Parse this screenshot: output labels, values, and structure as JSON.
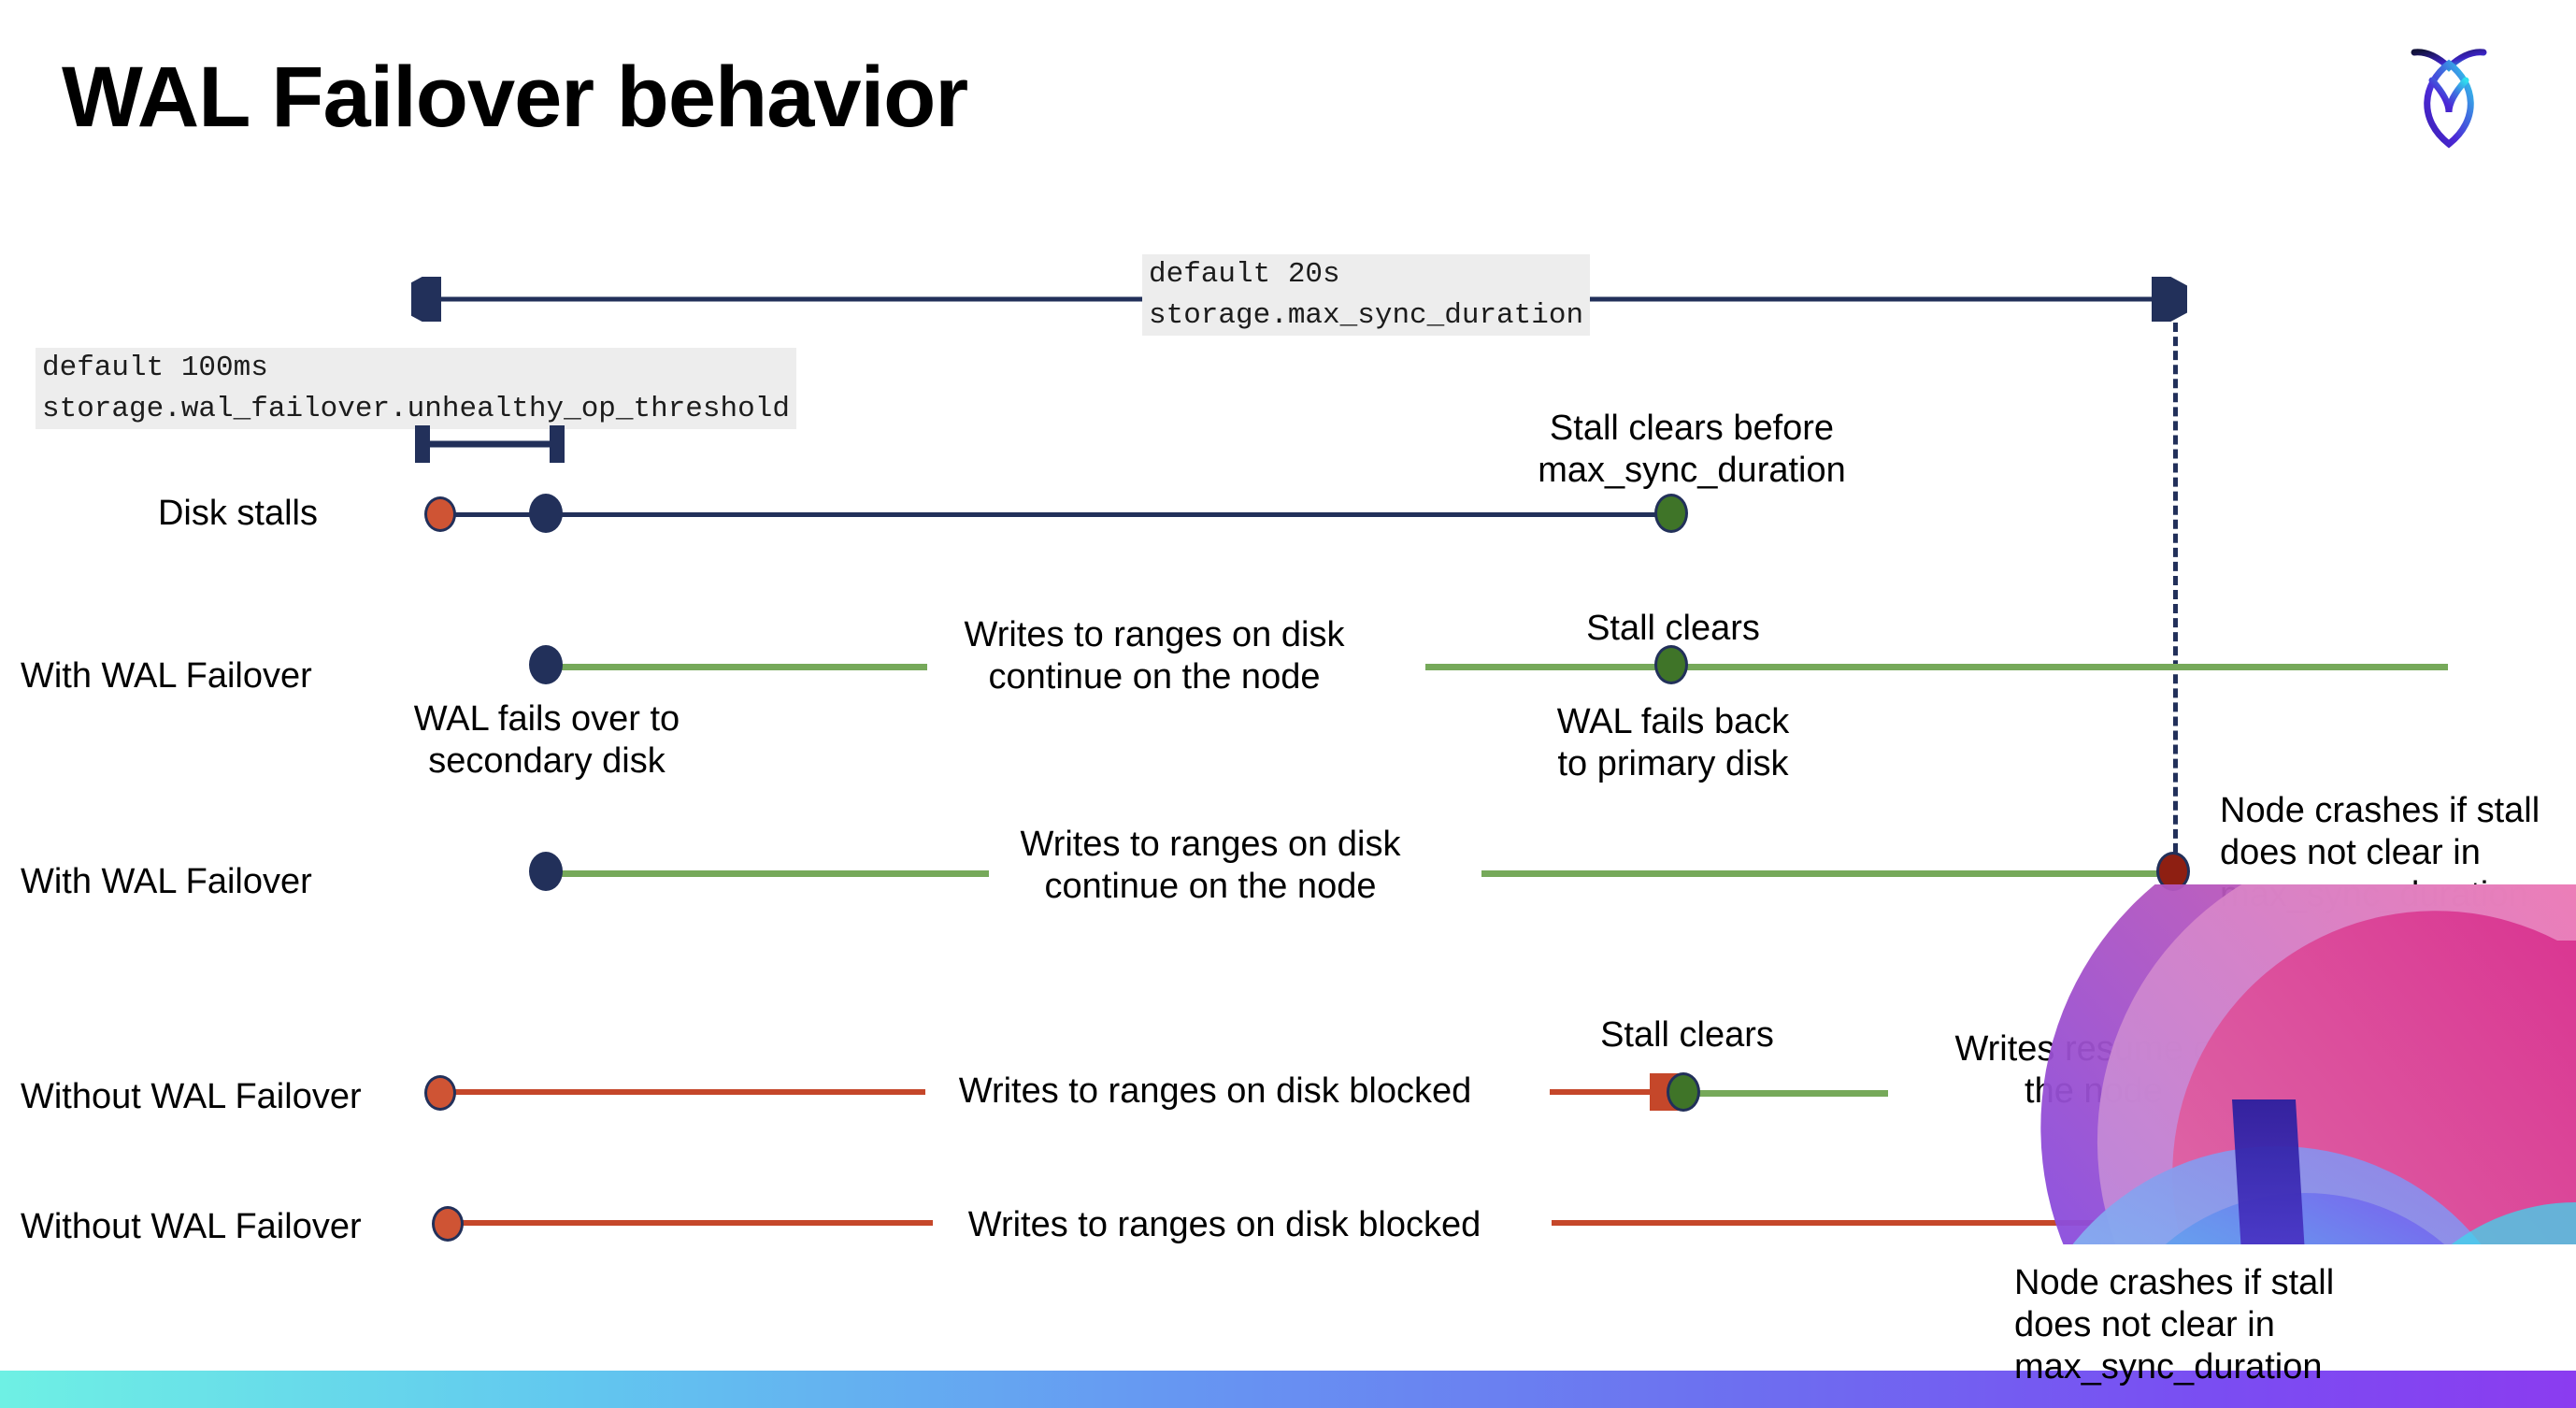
{
  "slide": {
    "title": "WAL Failover behavior",
    "logo_name": "cockroachdb-logo"
  },
  "annotations": {
    "max_sync": {
      "line1": "default 20s",
      "line2": "storage.max_sync_duration"
    },
    "unhealthy_op": {
      "line1": "default 100ms",
      "line2": "storage.wal_failover.unhealthy_op_threshold"
    }
  },
  "rows": [
    {
      "id": "disk-stalls",
      "label": "Disk stalls",
      "note_right": "Stall clears before\nmax_sync_duration"
    },
    {
      "id": "with-wal-failover-1",
      "label": "With WAL Failover",
      "note_mid": "Writes to ranges on disk\ncontinue on the node",
      "note_below_start": "WAL fails over to\nsecondary disk",
      "note_above_end": "Stall clears",
      "note_below_end": "WAL fails  back\nto primary disk"
    },
    {
      "id": "with-wal-failover-2",
      "label": "With WAL Failover",
      "note_mid": "Writes to ranges on disk\ncontinue on the node",
      "note_right": "Node crashes if stall\ndoes not clear in\nmax_sync_duration"
    },
    {
      "id": "without-wal-failover-1",
      "label": "Without WAL Failover",
      "note_mid": "Writes to ranges on disk  blocked",
      "note_above_end": "Stall clears",
      "note_right": "Writes resume on\nthe node"
    },
    {
      "id": "without-wal-failover-2",
      "label": "Without WAL Failover",
      "note_mid": "Writes to ranges on disk  blocked",
      "note_box": "Node crashes if stall\ndoes not clear in\nmax_sync_duration"
    }
  ],
  "colors": {
    "navy": "#22305a",
    "green_line": "#76a95a",
    "red_line": "#c5472a",
    "dot_orange": "#cf5434",
    "dot_green": "#3f7428",
    "dot_darkred": "#8e1f12",
    "code_chip_bg": "#ededed"
  }
}
